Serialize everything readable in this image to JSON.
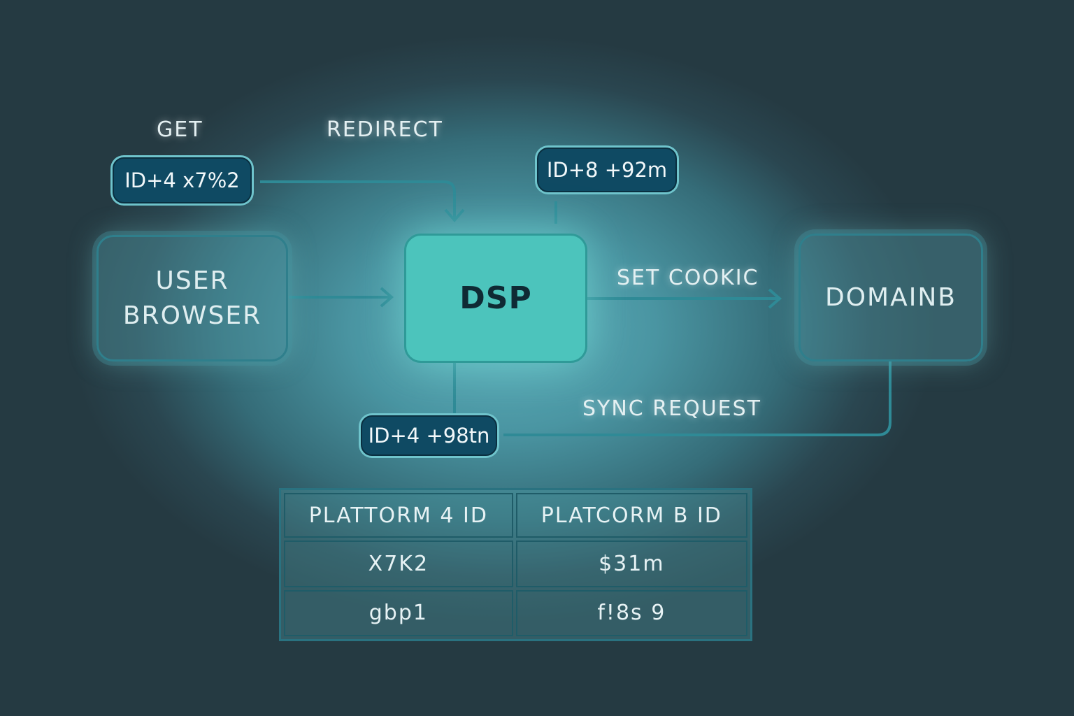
{
  "labels": {
    "get": "GET",
    "redirect": "REDIRECT",
    "set_cookie": "SET COOKIC",
    "sync_request": "SYNC REQUEST"
  },
  "nodes": {
    "user_browser": [
      "USER",
      "BROWSER"
    ],
    "dsp": "DSP",
    "domain_b": "DOMAINB"
  },
  "badges": {
    "id_a": "ID+4 x7%2",
    "id_top": "ID+8 +92m",
    "id_bottom": "ID+4 +98tn"
  },
  "table": {
    "headers": [
      "PLATTORM 4 ID",
      "PLATCORM B ID"
    ],
    "rows": [
      [
        "X7K2",
        "$31m"
      ],
      [
        "gbp1",
        "f!8s 9"
      ]
    ]
  },
  "colors": {
    "dsp_fill": "#4cc4bc",
    "badge_fill": "#0f4a63",
    "line": "#2f8a96"
  }
}
